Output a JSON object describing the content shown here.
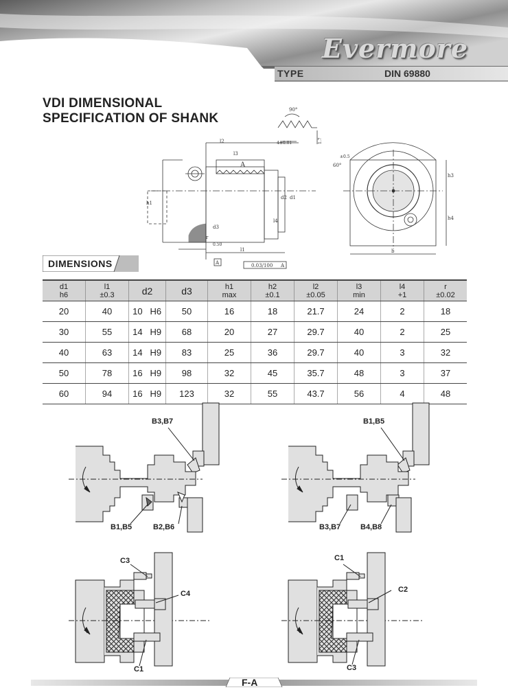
{
  "header": {
    "logo": "Evermore",
    "type_label": "TYPE",
    "type_value": "DIN 69880"
  },
  "title": {
    "line1": "VDI DIMENSIONAL",
    "line2": "SPECIFICATION OF SHANK"
  },
  "drawing_labels": {
    "angle": "90°",
    "tol1": "4±0.01",
    "chamfer": "1.7",
    "l2": "l2",
    "l3": "l3",
    "l4": "l4",
    "A": "A",
    "h1": "h1",
    "d2": "d2",
    "d1": "d1",
    "d3": "d3",
    "r": "r",
    "r050": "0.50",
    "l1": "l1",
    "datum": "0.03/100",
    "datumA": "A",
    "tol2": "±0.5",
    "b": "b",
    "h3": "h3",
    "h4": "h4",
    "ang60": "60°"
  },
  "dimensions": {
    "label": "DIMENSIONS",
    "headers": [
      {
        "l1": "d1",
        "l2": "h6"
      },
      {
        "l1": "l1",
        "l2": "±0.3"
      },
      {
        "l1": "d2",
        "l2": ""
      },
      {
        "l1": "d3",
        "l2": ""
      },
      {
        "l1": "h1",
        "l2": "max"
      },
      {
        "l1": "h2",
        "l2": "±0.1"
      },
      {
        "l1": "l2",
        "l2": "±0.05"
      },
      {
        "l1": "l3",
        "l2": "min"
      },
      {
        "l1": "l4",
        "l2": "+1"
      },
      {
        "l1": "r",
        "l2": "±0.02"
      }
    ],
    "rows": [
      [
        "20",
        "40",
        "10",
        "H6",
        "50",
        "16",
        "18",
        "21.7",
        "24",
        "2",
        "18"
      ],
      [
        "30",
        "55",
        "14",
        "H9",
        "68",
        "20",
        "27",
        "29.7",
        "40",
        "2",
        "25"
      ],
      [
        "40",
        "63",
        "14",
        "H9",
        "83",
        "25",
        "36",
        "29.7",
        "40",
        "3",
        "32"
      ],
      [
        "50",
        "78",
        "16",
        "H9",
        "98",
        "32",
        "45",
        "35.7",
        "48",
        "3",
        "37"
      ],
      [
        "60",
        "94",
        "16",
        "H9",
        "123",
        "32",
        "55",
        "43.7",
        "56",
        "4",
        "48"
      ]
    ]
  },
  "diagrams": {
    "d1": {
      "top": "B3,B7",
      "bottom_left": "B1,B5",
      "bottom_right": "B2,B6"
    },
    "d2": {
      "top": "B1,B5",
      "bottom_left": "B3,B7",
      "bottom_right": "B4,B8"
    },
    "d3": {
      "top": "C3",
      "right": "C4",
      "bottom": "C1"
    },
    "d4": {
      "top": "C1",
      "right": "C2",
      "bottom": "C3"
    }
  },
  "footer": {
    "page": "F-A"
  },
  "colors": {
    "header_gray": "#9a9a9a",
    "table_header": "#d4d4d4",
    "tag_gray": "#bdbdbd"
  }
}
